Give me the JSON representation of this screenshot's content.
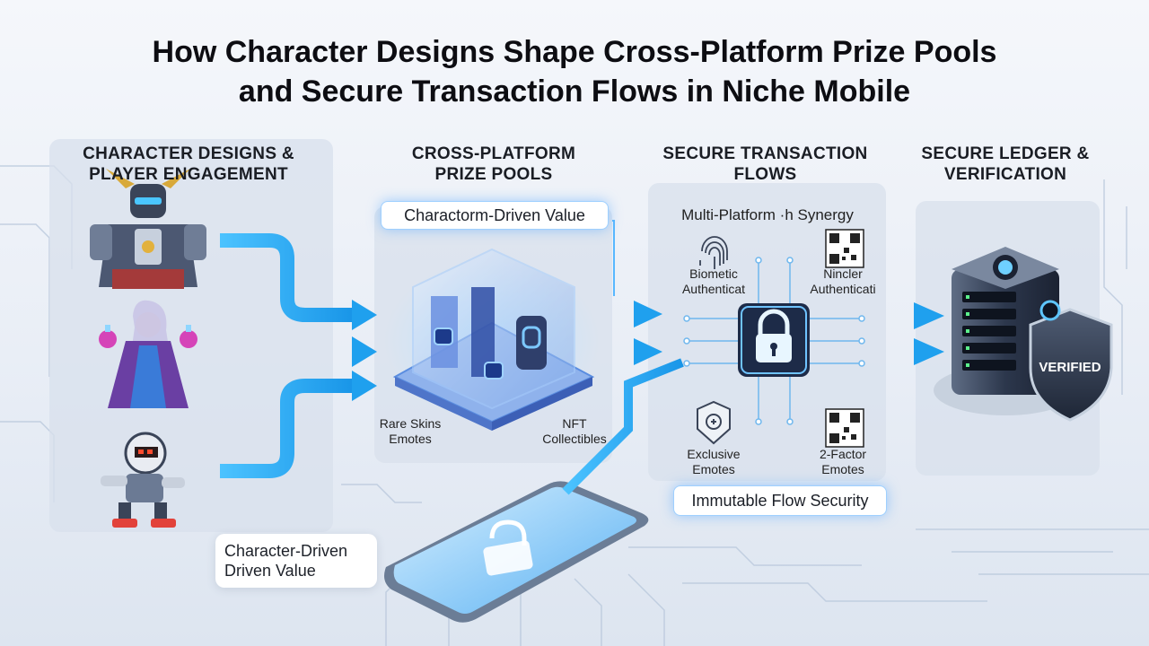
{
  "title": {
    "line1": "How Character Designs Shape Cross-Platform Prize Pools",
    "line2": "and Secure Transaction Flows in Niche Mobile"
  },
  "columns": [
    {
      "line1": "CHARACTER DESIGNS &",
      "line2": "PLAYER ENGAGEMENT"
    },
    {
      "line1": "CROSS-PLATFORM",
      "line2": "PRIZE POOLS"
    },
    {
      "line1": "SECURE TRANSACTION",
      "line2": "FLOWS"
    },
    {
      "line1": "SECURE LEDGER &",
      "line2": "VERIFICATION"
    }
  ],
  "prize_pool": {
    "badge": "Charactorm-Driven Value",
    "left_note_line1": "Rare Skins",
    "left_note_line2": "Emotes",
    "right_note_line1": "NFT",
    "right_note_line2": "Collectibles"
  },
  "transactions": {
    "header": "Multi-Platform ·h Synergy",
    "biometric_line1": "Biometic",
    "biometric_line2": "Authenticat",
    "qr_top_line1": "Nincler",
    "qr_top_line2": "Authenticati",
    "exclusive_line1": "Exclusive",
    "exclusive_line2": "Emotes",
    "twofactor_line1": "2-Factor",
    "twofactor_line2": "Emotes",
    "footer_badge": "Immutable Flow Security"
  },
  "ledger": {
    "shield_label": "VERIFIED"
  },
  "character_value": {
    "line1": "Character-Driven",
    "line2": "Driven Value"
  },
  "icons": [
    "samurai-mech-character",
    "mage-character",
    "robot-runner-character",
    "prize-pool-cube-icon",
    "fingerprint-icon",
    "qr-code-icon",
    "padlock-icon",
    "emote-badge-icon",
    "server-icon",
    "shield-icon",
    "smartphone-icon",
    "arrow-icon"
  ],
  "colors": {
    "accent": "#1fa8f5",
    "glow": "#7cc8ff",
    "navy": "#2b3a57"
  }
}
